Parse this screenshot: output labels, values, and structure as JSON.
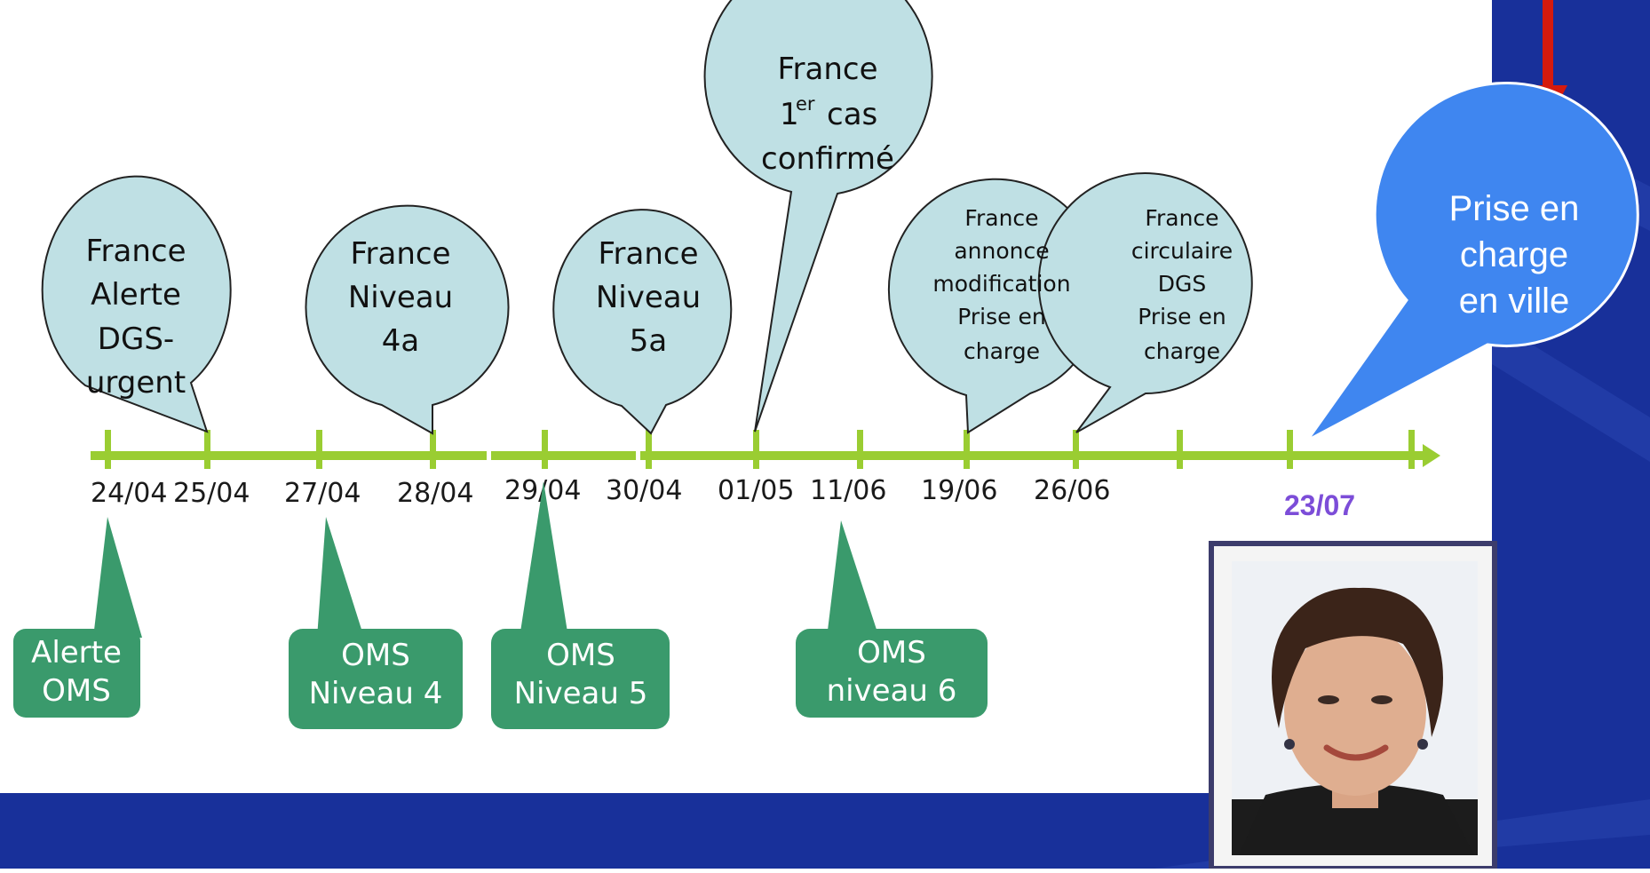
{
  "colors": {
    "background": "#ffffff",
    "frame_blue": "#18309a",
    "timeline_green": "#9acd32",
    "callout_fill": "#bfe0e4",
    "oms_green": "#3a9a6c",
    "blue_bubble": "#3f86f0",
    "arrow_red": "#d51a0d",
    "highlight_date": "#7c4dd8"
  },
  "dates": [
    "24/04",
    "25/04",
    "27/04",
    "28/04",
    "29/04",
    "30/04",
    "01/05",
    "11/06",
    "19/06",
    "26/06"
  ],
  "highlight_date": "23/07",
  "france_callouts": [
    {
      "lines": [
        "France",
        "Alerte",
        "DGS-",
        "urgent"
      ]
    },
    {
      "lines": [
        "France",
        "Niveau",
        "4a"
      ]
    },
    {
      "lines": [
        "France",
        "Niveau",
        "5a"
      ]
    },
    {
      "lines": [
        "France",
        "1",
        "cas",
        "confirmé"
      ],
      "superscript": "er"
    },
    {
      "lines": [
        "France",
        "annonce",
        "modification",
        "Prise en",
        "charge"
      ]
    },
    {
      "lines": [
        "France",
        "circulaire",
        "DGS",
        "Prise en",
        "charge"
      ]
    }
  ],
  "oms_boxes": [
    {
      "lines": [
        "Alerte",
        "OMS"
      ]
    },
    {
      "lines": [
        "OMS",
        "Niveau 4"
      ]
    },
    {
      "lines": [
        "OMS",
        "Niveau 5"
      ]
    },
    {
      "lines": [
        "OMS",
        "niveau 6"
      ]
    }
  ],
  "blue_callout": {
    "lines": [
      "Prise en",
      "charge",
      "en ville"
    ]
  },
  "icons": {
    "portrait": "portrait-photo-icon",
    "arrow": "red-down-arrow-icon"
  }
}
